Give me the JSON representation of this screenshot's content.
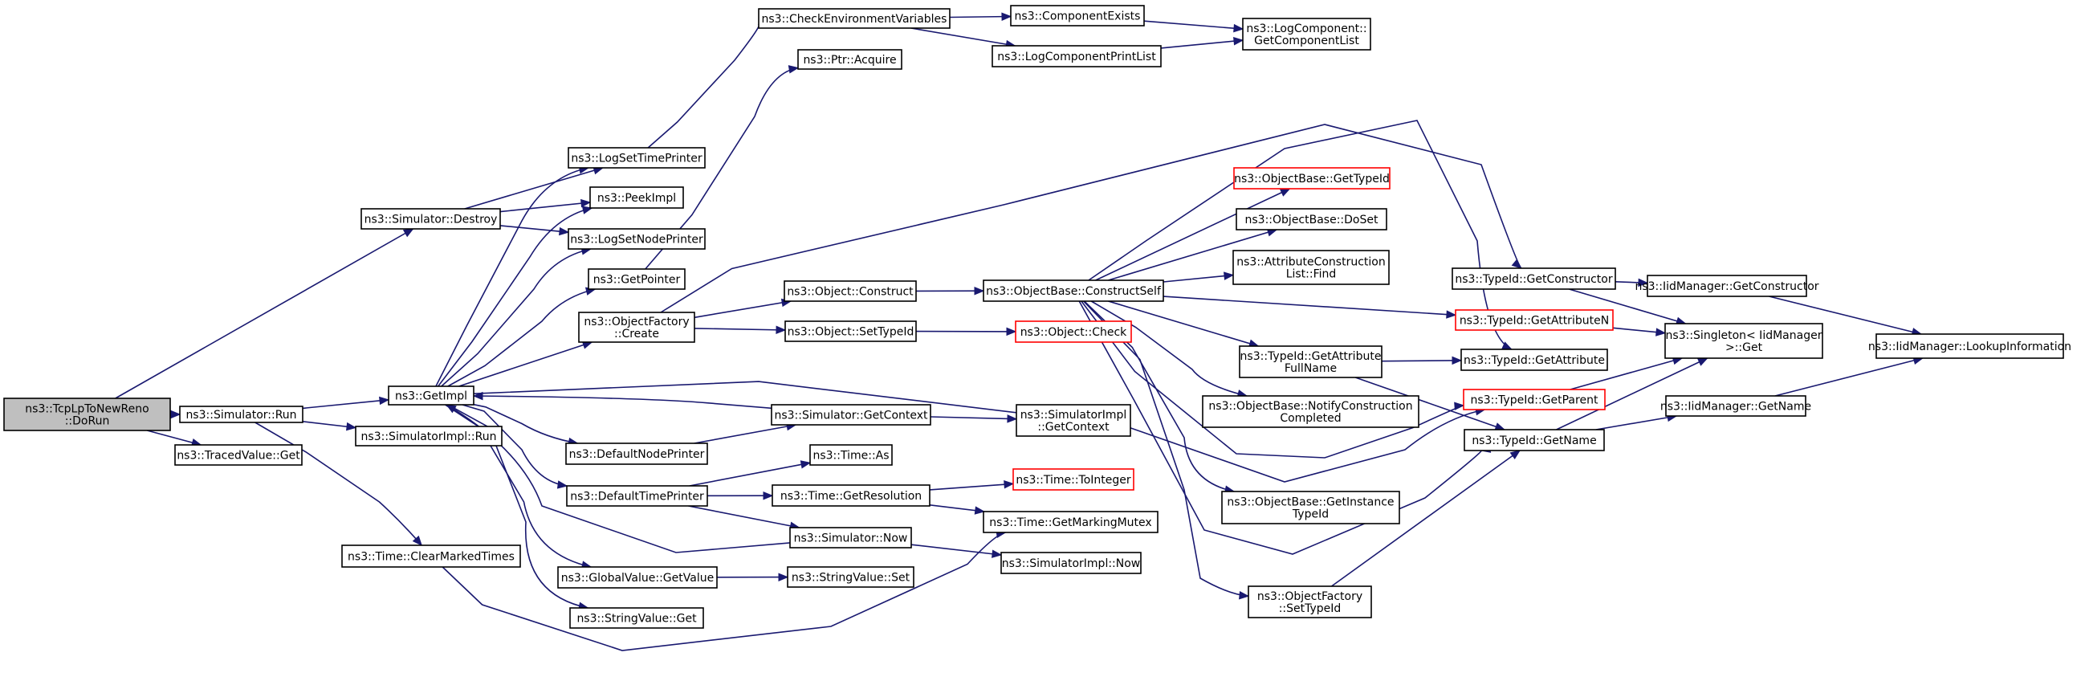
{
  "nodes": {
    "doRun": {
      "lines": [
        "ns3::TcpLpToNewReno",
        "::DoRun"
      ],
      "kind": "root"
    },
    "simRun": {
      "lines": [
        "ns3::Simulator::Run"
      ]
    },
    "tracedGet": {
      "lines": [
        "ns3::TracedValue::Get"
      ]
    },
    "simDestroy": {
      "lines": [
        "ns3::Simulator::Destroy"
      ]
    },
    "getImpl": {
      "lines": [
        "ns3::GetImpl"
      ]
    },
    "simImplRun": {
      "lines": [
        "ns3::SimulatorImpl::Run"
      ]
    },
    "clearMarked": {
      "lines": [
        "ns3::Time::ClearMarkedTimes"
      ]
    },
    "logSetTime": {
      "lines": [
        "ns3::LogSetTimePrinter"
      ]
    },
    "peekImpl": {
      "lines": [
        "ns3::PeekImpl"
      ]
    },
    "logSetNode": {
      "lines": [
        "ns3::LogSetNodePrinter"
      ]
    },
    "getPointer": {
      "lines": [
        "ns3::GetPointer"
      ]
    },
    "objFactCreate": {
      "lines": [
        "ns3::ObjectFactory",
        "::Create"
      ]
    },
    "defNodePrinter": {
      "lines": [
        "ns3::DefaultNodePrinter"
      ]
    },
    "defTimePrinter": {
      "lines": [
        "ns3::DefaultTimePrinter"
      ]
    },
    "gvGetValue": {
      "lines": [
        "ns3::GlobalValue::GetValue"
      ]
    },
    "svGet": {
      "lines": [
        "ns3::StringValue::Get"
      ]
    },
    "checkEnv": {
      "lines": [
        "ns3::CheckEnvironmentVariables"
      ]
    },
    "ptrAcquire": {
      "lines": [
        "ns3::Ptr::Acquire"
      ]
    },
    "objConstruct": {
      "lines": [
        "ns3::Object::Construct"
      ]
    },
    "objSetTypeId": {
      "lines": [
        "ns3::Object::SetTypeId"
      ]
    },
    "simGetContext": {
      "lines": [
        "ns3::Simulator::GetContext"
      ]
    },
    "timeAs": {
      "lines": [
        "ns3::Time::As"
      ]
    },
    "timeGetRes": {
      "lines": [
        "ns3::Time::GetResolution"
      ]
    },
    "simNow": {
      "lines": [
        "ns3::Simulator::Now"
      ]
    },
    "svSet": {
      "lines": [
        "ns3::StringValue::Set"
      ]
    },
    "compExists": {
      "lines": [
        "ns3::ComponentExists"
      ]
    },
    "logCompPrint": {
      "lines": [
        "ns3::LogComponentPrintList"
      ]
    },
    "logCompGetList": {
      "lines": [
        "ns3::LogComponent::",
        "GetComponentList"
      ]
    },
    "obConstructSelf": {
      "lines": [
        "ns3::ObjectBase::ConstructSelf"
      ]
    },
    "objCheck": {
      "lines": [
        "ns3::Object::Check"
      ],
      "kind": "truncated"
    },
    "simImplGetContext": {
      "lines": [
        "ns3::SimulatorImpl",
        "::GetContext"
      ]
    },
    "timeToInteger": {
      "lines": [
        "ns3::Time::ToInteger"
      ],
      "kind": "truncated"
    },
    "timeGetMarking": {
      "lines": [
        "ns3::Time::GetMarkingMutex"
      ]
    },
    "simImplNow": {
      "lines": [
        "ns3::SimulatorImpl::Now"
      ]
    },
    "obGetTypeId": {
      "lines": [
        "ns3::ObjectBase::GetTypeId"
      ],
      "kind": "truncated"
    },
    "obDoSet": {
      "lines": [
        "ns3::ObjectBase::DoSet"
      ]
    },
    "attrFind": {
      "lines": [
        "ns3::AttributeConstruction",
        "List::Find"
      ]
    },
    "tidGetAttrFull": {
      "lines": [
        "ns3::TypeId::GetAttribute",
        "FullName"
      ]
    },
    "obNotify": {
      "lines": [
        "ns3::ObjectBase::NotifyConstruction",
        "Completed"
      ]
    },
    "obGetInstance": {
      "lines": [
        "ns3::ObjectBase::GetInstance",
        "TypeId"
      ]
    },
    "ofSetTypeId": {
      "lines": [
        "ns3::ObjectFactory",
        "::SetTypeId"
      ]
    },
    "tidGetConstructor": {
      "lines": [
        "ns3::TypeId::GetConstructor"
      ]
    },
    "tidGetAttrN": {
      "lines": [
        "ns3::TypeId::GetAttributeN"
      ],
      "kind": "truncated"
    },
    "tidGetAttr": {
      "lines": [
        "ns3::TypeId::GetAttribute"
      ]
    },
    "tidGetParent": {
      "lines": [
        "ns3::TypeId::GetParent"
      ],
      "kind": "truncated"
    },
    "tidGetName": {
      "lines": [
        "ns3::TypeId::GetName"
      ]
    },
    "iidGetConstructor": {
      "lines": [
        "ns3::IidManager::GetConstructor"
      ]
    },
    "singletonGet": {
      "lines": [
        "ns3::Singleton< IidManager",
        " >::Get"
      ]
    },
    "iidGetName": {
      "lines": [
        "ns3::IidManager::GetName"
      ]
    },
    "iidLookup": {
      "lines": [
        "ns3::IidManager::LookupInformation"
      ]
    }
  },
  "edges": [
    [
      "doRun",
      "simDestroy"
    ],
    [
      "doRun",
      "simRun"
    ],
    [
      "doRun",
      "tracedGet"
    ],
    [
      "simDestroy",
      "logSetTime"
    ],
    [
      "simDestroy",
      "peekImpl"
    ],
    [
      "simDestroy",
      "logSetNode"
    ],
    [
      "simRun",
      "getImpl"
    ],
    [
      "simRun",
      "simImplRun"
    ],
    [
      "simRun",
      "clearMarked"
    ],
    [
      "getImpl",
      "logSetTime"
    ],
    [
      "getImpl",
      "peekImpl"
    ],
    [
      "getImpl",
      "logSetNode"
    ],
    [
      "getImpl",
      "getPointer"
    ],
    [
      "getImpl",
      "objFactCreate"
    ],
    [
      "getImpl",
      "defNodePrinter"
    ],
    [
      "getImpl",
      "defTimePrinter"
    ],
    [
      "getImpl",
      "gvGetValue"
    ],
    [
      "getImpl",
      "svGet"
    ],
    [
      "getImpl",
      "tidGetParent"
    ],
    [
      "logSetTime",
      "checkEnv"
    ],
    [
      "getPointer",
      "ptrAcquire"
    ],
    [
      "checkEnv",
      "compExists"
    ],
    [
      "checkEnv",
      "logCompPrint"
    ],
    [
      "compExists",
      "logCompGetList"
    ],
    [
      "logCompPrint",
      "logCompGetList"
    ],
    [
      "objFactCreate",
      "objConstruct"
    ],
    [
      "objFactCreate",
      "objSetTypeId"
    ],
    [
      "objFactCreate",
      "tidGetConstructor"
    ],
    [
      "defNodePrinter",
      "simGetContext"
    ],
    [
      "simGetContext",
      "getImpl"
    ],
    [
      "simGetContext",
      "simImplGetContext"
    ],
    [
      "defTimePrinter",
      "timeAs"
    ],
    [
      "defTimePrinter",
      "timeGetRes"
    ],
    [
      "defTimePrinter",
      "simNow"
    ],
    [
      "simNow",
      "getImpl"
    ],
    [
      "simNow",
      "simImplNow"
    ],
    [
      "timeGetRes",
      "timeToInteger"
    ],
    [
      "timeGetRes",
      "timeGetMarking"
    ],
    [
      "clearMarked",
      "timeGetMarking"
    ],
    [
      "gvGetValue",
      "svSet"
    ],
    [
      "objConstruct",
      "obConstructSelf"
    ],
    [
      "objSetTypeId",
      "objCheck"
    ],
    [
      "obConstructSelf",
      "obGetTypeId"
    ],
    [
      "obConstructSelf",
      "obDoSet"
    ],
    [
      "obConstructSelf",
      "attrFind"
    ],
    [
      "obConstructSelf",
      "tidGetAttrN"
    ],
    [
      "obConstructSelf",
      "tidGetAttrFull"
    ],
    [
      "obConstructSelf",
      "obNotify"
    ],
    [
      "obConstructSelf",
      "obGetInstance"
    ],
    [
      "obConstructSelf",
      "ofSetTypeId"
    ],
    [
      "obConstructSelf",
      "tidGetAttr"
    ],
    [
      "obConstructSelf",
      "tidGetParent"
    ],
    [
      "obConstructSelf",
      "tidGetName"
    ],
    [
      "tidGetAttrFull",
      "tidGetAttr"
    ],
    [
      "tidGetAttrFull",
      "tidGetName"
    ],
    [
      "ofSetTypeId",
      "tidGetName"
    ],
    [
      "tidGetConstructor",
      "iidGetConstructor"
    ],
    [
      "tidGetConstructor",
      "singletonGet"
    ],
    [
      "tidGetAttrN",
      "singletonGet"
    ],
    [
      "tidGetParent",
      "singletonGet"
    ],
    [
      "tidGetName",
      "singletonGet"
    ],
    [
      "tidGetName",
      "iidGetName"
    ],
    [
      "iidGetConstructor",
      "iidLookup"
    ],
    [
      "iidGetName",
      "iidLookup"
    ]
  ]
}
